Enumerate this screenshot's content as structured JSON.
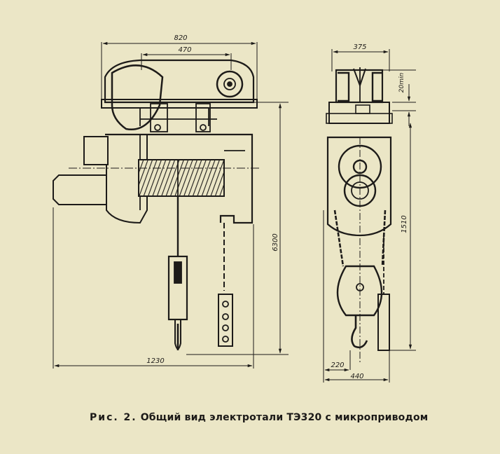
{
  "caption": {
    "label": "Рис. 2.",
    "text": "Общий вид электротали ТЭ320 с микроприводом"
  },
  "front_view": {
    "dim_width_total": "820",
    "dim_wheelbase": "470",
    "dim_length": "1230",
    "dim_height": "6300"
  },
  "side_view": {
    "dim_trolley_width": "375",
    "dim_clearance": "20min",
    "dim_height": "1510",
    "dim_hook_offset": "220",
    "dim_width": "440"
  }
}
